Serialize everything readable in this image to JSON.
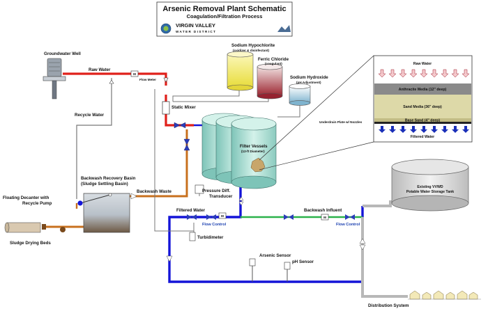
{
  "title": {
    "main": "Arsenic Removal Plant Schematic",
    "sub": "Coagulation/Filtration Process",
    "org_line1": "VIRGIN VALLEY",
    "org_line2": "WATER DISTRICT"
  },
  "labels": {
    "groundwater_well": "Groundwater Well",
    "raw_water": "Raw Water",
    "flow_meter": "Flow Meter",
    "recycle_water": "Recycle Water",
    "static_mixer": "Static Mixer",
    "sodium_hypochlorite": "Sodium Hypochlorite",
    "sodium_hypochlorite_note": "(oxidizer & disinfectant)",
    "ferric_chloride": "Ferric Chloride",
    "ferric_chloride_note": "(coagulant)",
    "sodium_hydroxide": "Sodium Hydroxide",
    "sodium_hydroxide_note": "(pH Adjustment)",
    "filter_vessels": "Filter Vessels",
    "filter_vessels_note": "(12-ft Diameter)",
    "backwash_recovery_basin": "Backwash Recovery Basin",
    "sludge_settling_basin": "(Sludge Settling Basin)",
    "floating_decanter": "Floating Decanter with",
    "recycle_pump": "Recycle Pump",
    "backwash_waste": "Backwash Waste",
    "pressure_diff": "Pressure Diff.",
    "transducer": "Transducer",
    "sludge_drying_beds": "Sludge Drying Beds",
    "filtered_water": "Filtered Water",
    "flow_control_1": "Flow Control",
    "flow_control_2": "Flow Control",
    "backwash_influent": "Backwash Influent",
    "turbidimeter": "Turbidimeter",
    "arsenic_sensor": "Arsenic Sensor",
    "ph_sensor": "pH Sensor",
    "existing_tank_line1": "Existing VVWD",
    "existing_tank_line2": "Potable Water Storage Tank",
    "distribution_system": "Distribution System",
    "meter_symbol": "M"
  },
  "inset": {
    "raw_water": "Raw Water",
    "anthracite": "Anthracite Media (12\" deep)",
    "sand": "Sand Media (36\" deep)",
    "base_sand": "Base Sand (4\" deep)",
    "underdrain": "Underdrain Plate w/ Nozzles",
    "filtered_water": "Filtered Water"
  },
  "colors": {
    "raw_water_pipe": "#e0201a",
    "filtered_pipe": "#1414d8",
    "backwash_pipe": "#2bb24a",
    "waste_pipe": "#c8701e",
    "distribution_pipe": "#b8b8b8",
    "recycle_pipe": "#777777",
    "sodium_hypochlorite_tank": "#f4ee7a",
    "ferric_chloride_tank": "#a8303a",
    "sodium_hydroxide_tank": "#a8cfe0",
    "filter_vessel": "#a8ddd2",
    "anthracite_layer": "#8a8a8a",
    "sand_layer": "#ddd9a8"
  }
}
